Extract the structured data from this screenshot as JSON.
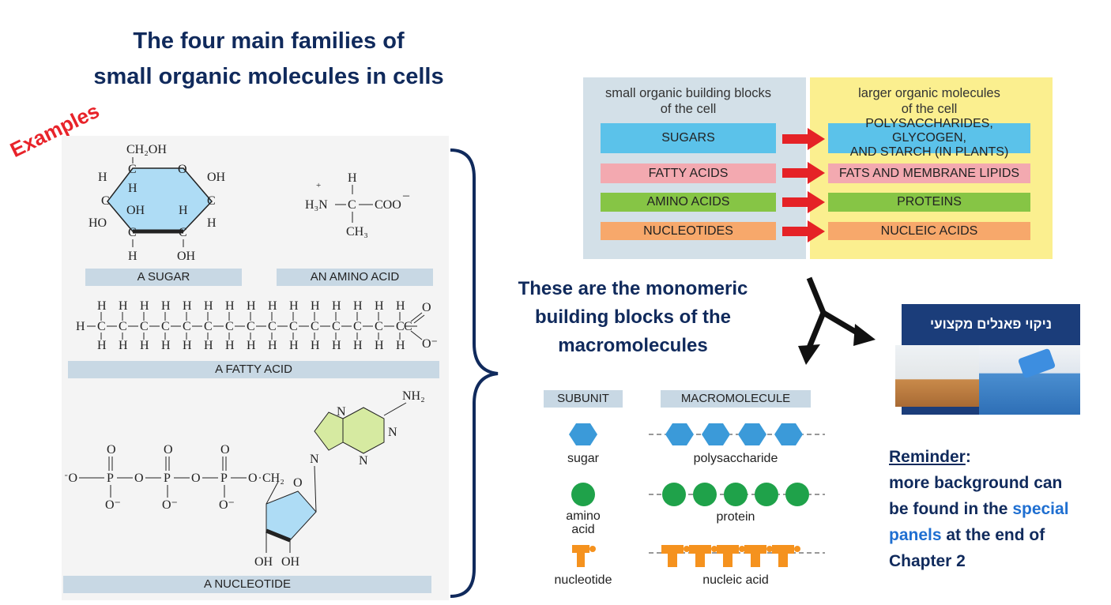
{
  "title": {
    "line1": "The four main families of",
    "line2": "small organic molecules in cells"
  },
  "examples_label": "Examples",
  "structures": {
    "sugar": {
      "label": "A SUGAR",
      "ch2oh": "CH₂OH",
      "c": "C",
      "o": "O",
      "h": "H",
      "oh": "OH",
      "ho": "HO"
    },
    "amino_acid": {
      "label": "AN AMINO ACID",
      "h": "H",
      "c": "C",
      "h3n": "H₃N",
      "plus": "+",
      "coo": "COO",
      "minus": "–",
      "ch3": "CH₃"
    },
    "fatty_acid": {
      "label": "A FATTY ACID",
      "h": "H",
      "c": "C",
      "o": "O",
      "ominus": "O⁻"
    },
    "nucleotide": {
      "label": "A NUCLEOTIDE",
      "p": "P",
      "o": "O",
      "ominus": "O⁻",
      "minus_o": "⁻O",
      "ch2": "CH₂",
      "n": "N",
      "nh2": "NH₂",
      "oh": "OH"
    }
  },
  "center_text": {
    "line1": "These are the monomeric",
    "line2": "building blocks of the",
    "line3": "macromolecules"
  },
  "building_blocks": {
    "left_header_line1": "small organic building blocks",
    "left_header_line2": "of the cell",
    "right_header_line1": "larger organic molecules",
    "right_header_line2": "of the cell",
    "rows": [
      {
        "left": "SUGARS",
        "right_line1": "POLYSACCHARIDES, GLYCOGEN,",
        "right_line2": "AND STARCH (IN PLANTS)",
        "color": "#5bc2ea"
      },
      {
        "left": "FATTY ACIDS",
        "right_line1": "FATS AND MEMBRANE LIPIDS",
        "right_line2": "",
        "color": "#f3a9b0"
      },
      {
        "left": "AMINO ACIDS",
        "right_line1": "PROTEINS",
        "right_line2": "",
        "color": "#86c545"
      },
      {
        "left": "NUCLEOTIDES",
        "right_line1": "NUCLEIC ACIDS",
        "right_line2": "",
        "color": "#f7a86b"
      }
    ],
    "left_bg": "#d3e0e8",
    "right_bg": "#fbef8f",
    "arrow_color": "#e52226"
  },
  "subunit_table": {
    "subunit_header": "SUBUNIT",
    "macro_header": "MACROMOLECULE",
    "rows": [
      {
        "subunit": "sugar",
        "macro": "polysaccharide",
        "color": "#3b9ad9"
      },
      {
        "subunit_line1": "amino",
        "subunit_line2": "acid",
        "macro": "protein",
        "color": "#1fa24a"
      },
      {
        "subunit": "nucleotide",
        "macro": "nucleic acid",
        "color": "#f5921e"
      }
    ]
  },
  "panel_ad": {
    "title": "ניקוי פאנלים מקצועי"
  },
  "reminder": {
    "heading": "Reminder",
    "colon": ":",
    "line1": "more background can",
    "line2_pre": "be found in the ",
    "line2_hl": "special",
    "line3_hl": "panels",
    "line3_post": " at the end of",
    "line4": "Chapter 2"
  }
}
